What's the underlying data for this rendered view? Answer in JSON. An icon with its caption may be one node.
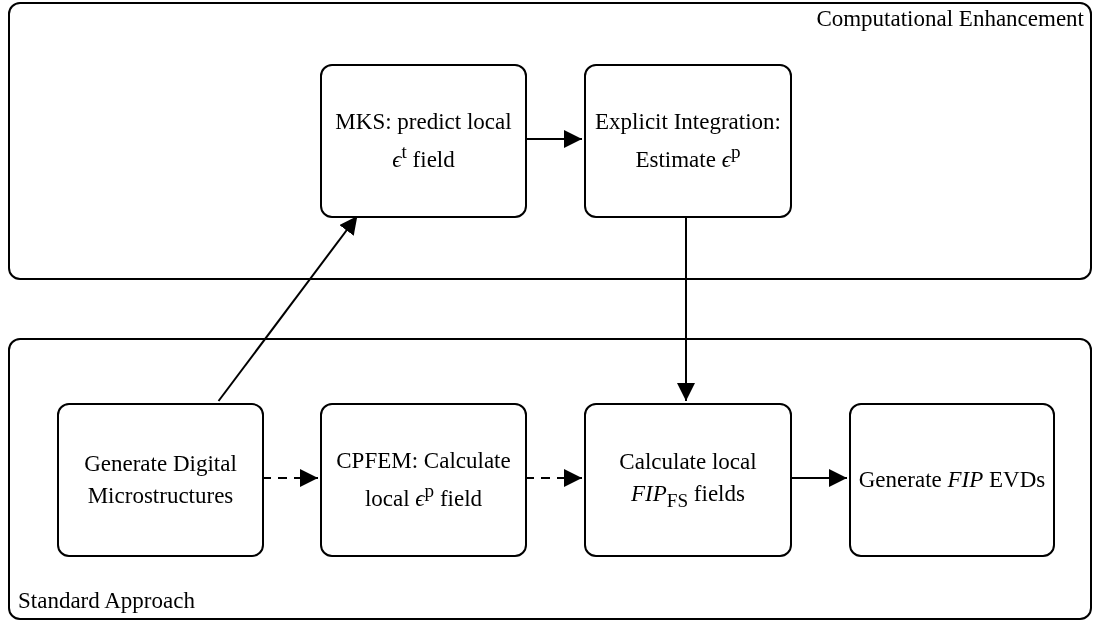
{
  "diagram": {
    "nodes": [
      {
        "text": [
          "Computational Enhancement"
        ]
      },
      {
        "text": [
          "MKS: predict local *ϵ*$^{t}$ field"
        ],
        "in": 0
      },
      {
        "text": [
          "Explicit Integration: Estimate *ϵ*$^{p}$"
        ],
        "in": 0
      },
      {
        "text": [
          "Standard Approach"
        ]
      },
      {
        "text": [
          "Generate Digital Microstructures"
        ],
        "in": 3
      },
      {
        "text": [
          "CPFEM: Calculate local *ϵ*$^{p}$ field"
        ],
        "in": 3
      },
      {
        "text": [
          "Calculate local *FIP*$_{FS}$ fields"
        ],
        "in": 3
      },
      {
        "text": [
          "Generate *FIP* EVDs"
        ],
        "in": 3
      }
    ],
    "edges": [
      {
        "from": 1,
        "to": 2,
        "arrow": "to"
      },
      {
        "from": 4,
        "to": 1,
        "arrow": "to"
      },
      {
        "from": 2,
        "to": 6,
        "arrow": "to"
      },
      {
        "from": 4,
        "to": 5,
        "arrow": "to",
        "style": "dashed"
      },
      {
        "from": 5,
        "to": 6,
        "arrow": "to",
        "style": "dashed"
      },
      {
        "from": 6,
        "to": 7,
        "arrow": "to"
      }
    ]
  }
}
